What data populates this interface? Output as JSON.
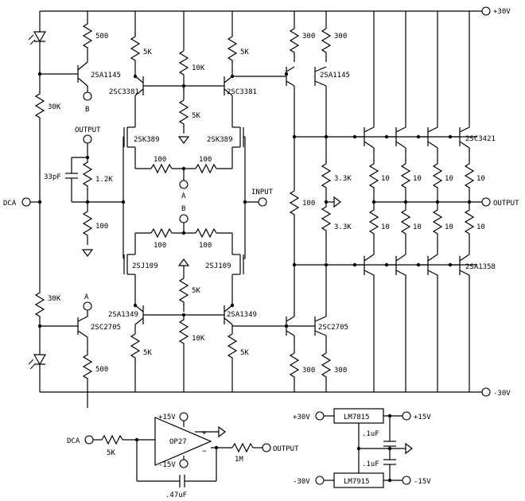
{
  "rails": {
    "pos": "+30V",
    "neg": "-30V"
  },
  "terminals": {
    "dca": "DCA",
    "input": "INPUT",
    "output_main": "OUTPUT",
    "output_left": "OUTPUT"
  },
  "nodes": {
    "a": "A",
    "b": "B"
  },
  "transistors": {
    "q_2sa1145_left": "2SA1145",
    "q_2sc3381_left": "2SC3381",
    "q_2sc3381_right": "2SC3381",
    "q_2sa1145_right": "2SA1145",
    "q_2sk389_left": "2SK389",
    "q_2sk389_right": "2SK389",
    "q_2sj109_left": "2SJ109",
    "q_2sj109_right": "2SJ109",
    "q_2sc2705_left": "2SC2705",
    "q_2sa1349_left": "2SA1349",
    "q_2sa1349_right": "2SA1349",
    "q_2sc2705_right": "2SC2705",
    "q_2sc3421": "2SC3421",
    "q_2sa1358": "2SA1358"
  },
  "resistors": {
    "r500_top": "500",
    "r30k_top": "30K",
    "r5k_tl": "5K",
    "r10k_top": "10K",
    "r5k_tr": "5K",
    "r5k_mid": "5K",
    "r300_a": "300",
    "r300_b": "300",
    "r1_2k": "1.2K",
    "r100_lft": "100",
    "r100_jt1": "100",
    "r100_jt2": "100",
    "r100_jb1": "100",
    "r100_jb2": "100",
    "r5k_low": "5K",
    "r3_3k_top": "3.3K",
    "r3_3k_bot": "3.3K",
    "r100_drv": "100",
    "r10_e1": "10",
    "r10_e2": "10",
    "r10_e3": "10",
    "r10_e4": "10",
    "r10_e5": "10",
    "r10_e6": "10",
    "r10_e7": "10",
    "r10_e8": "10",
    "r30k_bot": "30K",
    "r500_bot": "500",
    "r5k_bl": "5K",
    "r10k_bot": "10K",
    "r5k_br": "5K",
    "r300_c": "300",
    "r300_d": "300"
  },
  "capacitors": {
    "c33p": "33pF"
  },
  "servo": {
    "in_label": "DCA",
    "r_in": "5K",
    "opamp": "OP27",
    "vpos": "+15V",
    "vneg": "-15V",
    "plus": "+",
    "minus": "−",
    "r_out": "1M",
    "out_label": "OUTPUT",
    "cap": ".47uF"
  },
  "regulator": {
    "in_pos": "+30V",
    "reg_pos": "LM7815",
    "out_pos": "+15V",
    "in_neg": "-30V",
    "reg_neg": "LM7915",
    "out_neg": "-15V",
    "c_top": ".1uF",
    "c_bot": ".1uF"
  }
}
